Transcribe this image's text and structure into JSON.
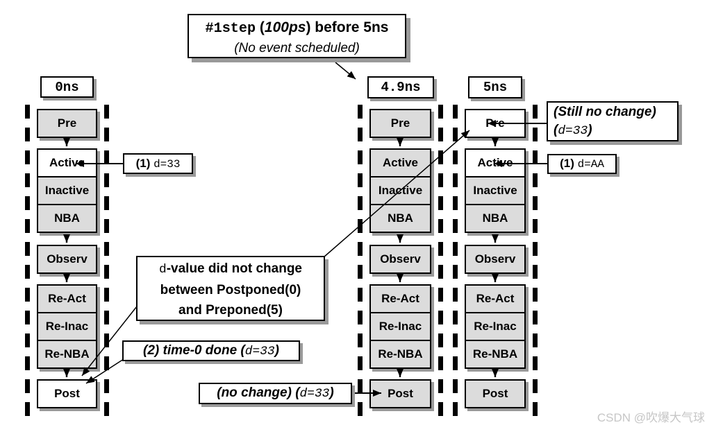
{
  "watermark": "CSDN @吹爆大气球",
  "colors": {
    "region_fill": "#dcdcdc",
    "region_highlight": "#ffffff",
    "shadow": "#9a9a9a",
    "line": "#000000",
    "watermark": "#c6c6c6"
  },
  "top_note": {
    "line1": [
      {
        "t": "#1step",
        "f": "mb"
      },
      {
        "t": " (",
        "f": "b"
      },
      {
        "t": "100ps",
        "f": "bi"
      },
      {
        "t": ") ",
        "f": "b"
      },
      {
        "t": "before 5ns",
        "f": "b"
      }
    ],
    "line2": [
      {
        "t": "(No event scheduled)",
        "f": "i"
      }
    ]
  },
  "columns": [
    {
      "time": "0ns",
      "regions": [
        {
          "label": "Pre",
          "highlight": false
        },
        {
          "label": "Active",
          "highlight": true
        },
        {
          "label": "Inactive",
          "highlight": false
        },
        {
          "label": "NBA",
          "highlight": false
        },
        {
          "label": "Observ",
          "highlight": false
        },
        {
          "label": "Re-Act",
          "highlight": false
        },
        {
          "label": "Re-Inac",
          "highlight": false
        },
        {
          "label": "Re-NBA",
          "highlight": false
        },
        {
          "label": "Post",
          "highlight": true
        }
      ]
    },
    {
      "time": "4.9ns",
      "regions": [
        {
          "label": "Pre",
          "highlight": false
        },
        {
          "label": "Active",
          "highlight": false
        },
        {
          "label": "Inactive",
          "highlight": false
        },
        {
          "label": "NBA",
          "highlight": false
        },
        {
          "label": "Observ",
          "highlight": false
        },
        {
          "label": "Re-Act",
          "highlight": false
        },
        {
          "label": "Re-Inac",
          "highlight": false
        },
        {
          "label": "Re-NBA",
          "highlight": false
        },
        {
          "label": "Post",
          "highlight": false
        }
      ]
    },
    {
      "time": "5ns",
      "regions": [
        {
          "label": "Pre",
          "highlight": true
        },
        {
          "label": "Active",
          "highlight": true
        },
        {
          "label": "Inactive",
          "highlight": false
        },
        {
          "label": "NBA",
          "highlight": false
        },
        {
          "label": "Observ",
          "highlight": false
        },
        {
          "label": "Re-Act",
          "highlight": false
        },
        {
          "label": "Re-Inac",
          "highlight": false
        },
        {
          "label": "Re-NBA",
          "highlight": false
        },
        {
          "label": "Post",
          "highlight": false
        }
      ]
    }
  ],
  "annotations": {
    "d33": [
      {
        "t": "(1) ",
        "f": "b"
      },
      {
        "t": "d=33",
        "f": "m"
      }
    ],
    "dAA": [
      {
        "t": "(1) ",
        "f": "b"
      },
      {
        "t": "d=AA",
        "f": "m"
      }
    ],
    "still_line1": [
      {
        "t": "(Still no change)",
        "f": "bi"
      }
    ],
    "still_line2": [
      {
        "t": "(",
        "f": "bi"
      },
      {
        "t": "d=33",
        "f": "mi"
      },
      {
        "t": ")",
        "f": "bi"
      }
    ],
    "mid_line1": [
      {
        "t": "d",
        "f": "m"
      },
      {
        "t": "-value did not change",
        "f": "b"
      }
    ],
    "mid_line2": [
      {
        "t": "between Postponed(0)",
        "f": "b"
      }
    ],
    "mid_line3": [
      {
        "t": "and Preponed(5)",
        "f": "b"
      }
    ],
    "time0": [
      {
        "t": "(2) time-0 done (",
        "f": "bi"
      },
      {
        "t": "d=33",
        "f": "mi"
      },
      {
        "t": ")",
        "f": "bi"
      }
    ],
    "nochange": [
      {
        "t": "(no change) (",
        "f": "bi"
      },
      {
        "t": "d=33",
        "f": "mi"
      },
      {
        "t": ")",
        "f": "bi"
      }
    ]
  }
}
